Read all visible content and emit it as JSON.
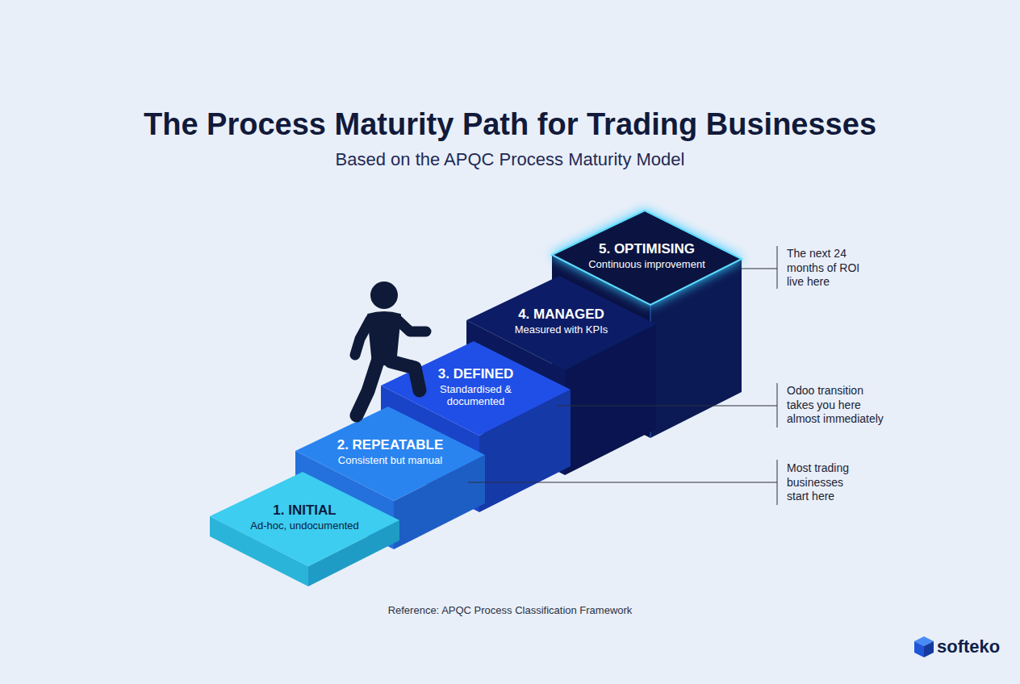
{
  "diagram": {
    "title": "The Process Maturity Path for Trading Businesses",
    "caption": "Reference: APQC Process Classification Framework",
    "nodes": [
      {
        "text": [
          "1. INITIAL",
          "Ad-hoc, undocumented"
        ]
      },
      {
        "text": [
          "2. REPEATABLE",
          "Consistent but manual"
        ]
      },
      {
        "text": [
          "3. DEFINED",
          "Standardised & documented"
        ]
      },
      {
        "text": [
          "4. MANAGED",
          "Measured with KPIs"
        ]
      },
      {
        "text": [
          "5. OPTIMISING",
          "Continuous improvement"
        ]
      }
    ],
    "labels": [
      "Based on the APQC Process Maturity Model",
      "The next 24 months of ROI live here",
      "Odoo transition takes you here almost immediately",
      "Most trading businesses start here",
      "softeko"
    ]
  }
}
